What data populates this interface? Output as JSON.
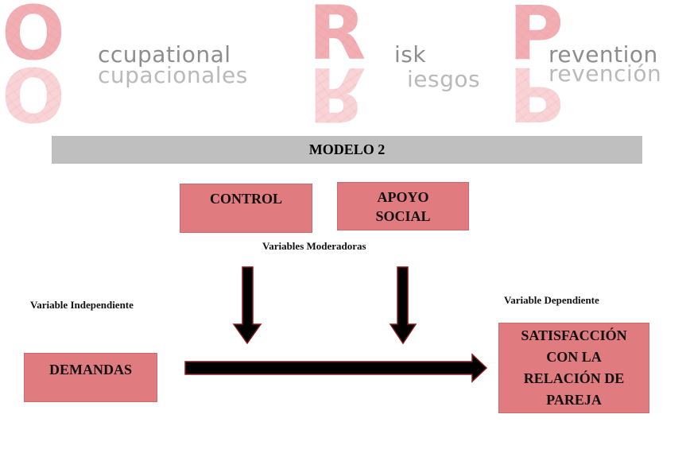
{
  "logo": {
    "letters": [
      "O",
      "R",
      "P"
    ],
    "words_en": [
      "ccupational",
      "isk",
      "revention"
    ],
    "words_es": [
      "cupacionales",
      "iesgos",
      "revención"
    ]
  },
  "title": "MODELO 2",
  "boxes": {
    "control": "CONTROL",
    "apoyo": [
      "APOYO",
      "SOCIAL"
    ],
    "demandas": "DEMANDAS",
    "satisfaccion": [
      "SATISFACCIÓN",
      "CON LA",
      "RELACIÓN DE",
      "PAREJA"
    ]
  },
  "labels": {
    "moderadoras": "Variables Moderadoras",
    "independiente": "Variable Independiente",
    "dependiente": "Variable Dependiente"
  },
  "colors": {
    "box_fill": "#e07b80",
    "title_bar": "#bfbfbf",
    "arrow": "#000000",
    "arrow_outline": "#8b1a1a"
  }
}
